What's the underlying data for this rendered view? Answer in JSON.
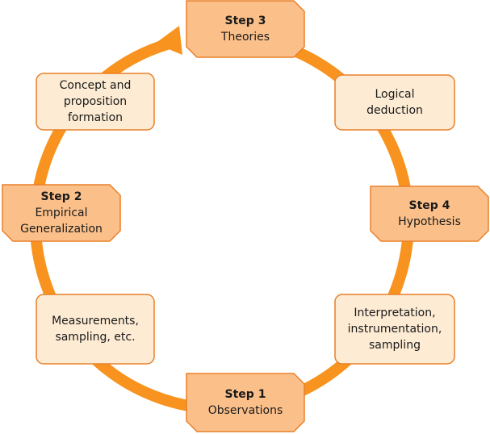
{
  "diagram": {
    "ring_color": "#F7931E",
    "step_box_fill": "#FBC08A",
    "step_box_stroke": "#E8802A",
    "process_box_fill": "#FDEBD3",
    "process_box_stroke": "#E8802A",
    "nodes": {
      "step3": {
        "title": "Step 3",
        "label": "Theories"
      },
      "logical_deduction": {
        "label": "Logical\ndeduction"
      },
      "step4": {
        "title": "Step 4",
        "label": "Hypothesis"
      },
      "interpretation": {
        "label": "Interpretation,\ninstrumentation,\nsampling"
      },
      "step1": {
        "title": "Step 1",
        "label": "Observations"
      },
      "measurements": {
        "label": "Measurements,\nsampling, etc."
      },
      "step2": {
        "title": "Step 2",
        "label": "Empirical\nGeneralization"
      },
      "concept": {
        "label": "Concept and\nproposition\nformation"
      }
    }
  }
}
